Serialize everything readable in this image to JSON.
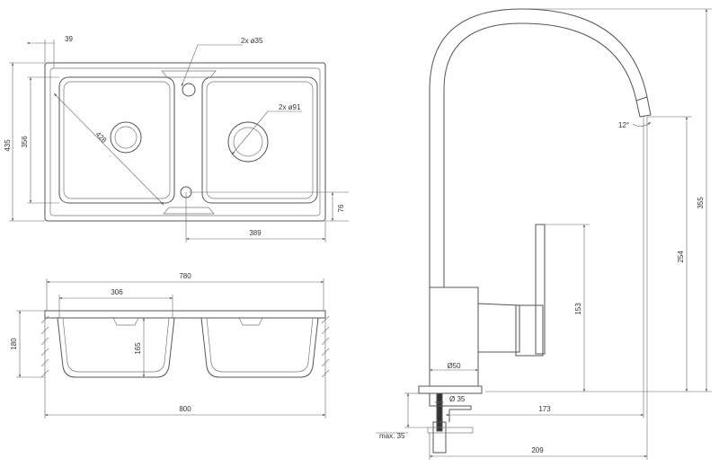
{
  "top_view": {
    "dim_39": "39",
    "dim_2x35": "2x ø35",
    "dim_2x91": "2x ø91",
    "dim_435": "435",
    "dim_356": "356",
    "dim_428": "428",
    "dim_76": "76",
    "dim_389": "389"
  },
  "side_view": {
    "dim_780": "780",
    "dim_306": "306",
    "dim_165": "165",
    "dim_180": "180",
    "dim_800": "800"
  },
  "faucet": {
    "dim_12deg": "12°",
    "dim_355": "355",
    "dim_254": "254",
    "dim_153": "153",
    "dim_50": "Ø50",
    "dim_35": "Ø 35",
    "dim_173": "173",
    "dim_max35": "max. 35",
    "dim_209": "209"
  }
}
